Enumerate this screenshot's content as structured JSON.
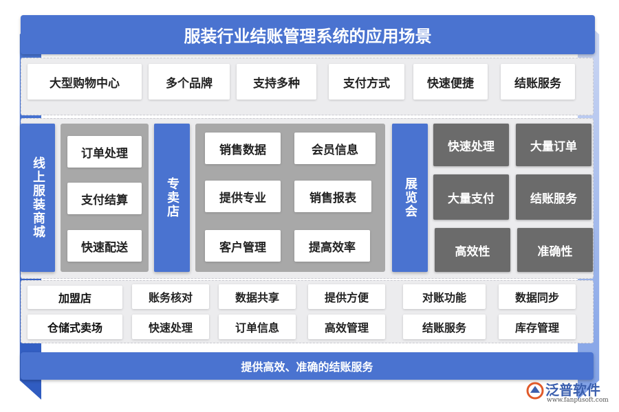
{
  "title": "服装行业结账管理系统的应用场景",
  "top_row": [
    "大型购物中心",
    "多个品牌",
    "支持多种",
    "支付方式",
    "快速便捷",
    "结账服务"
  ],
  "online_mall": {
    "label": "线上服装商城",
    "items": [
      "订单处理",
      "支付结算",
      "快速配送"
    ]
  },
  "specialty_store": {
    "label": "专卖店",
    "items": [
      "销售数据",
      "会员信息",
      "提供专业",
      "销售报表",
      "客户管理",
      "提高效率"
    ]
  },
  "exhibition": {
    "label": "展览会",
    "items": [
      "快速处理",
      "大量订单",
      "大量支付",
      "结账服务",
      "高效性",
      "准确性"
    ]
  },
  "franchise": {
    "label": "加盟店",
    "items": [
      "账务核对",
      "数据共享",
      "提供方便",
      "对账功能",
      "数据同步"
    ]
  },
  "warehouse": {
    "label": "仓储式卖场",
    "items": [
      "快速处理",
      "订单信息",
      "高效管理",
      "结账服务",
      "库存管理"
    ]
  },
  "bottom": "提供高效、准确的结账服务",
  "logo": {
    "name": "泛普软件",
    "url": "www.fanpusoft.com"
  },
  "colors": {
    "primary_blue": "#4a73d0",
    "panel_gray": "#ececee",
    "dark_chip": "#6b6b6b"
  }
}
